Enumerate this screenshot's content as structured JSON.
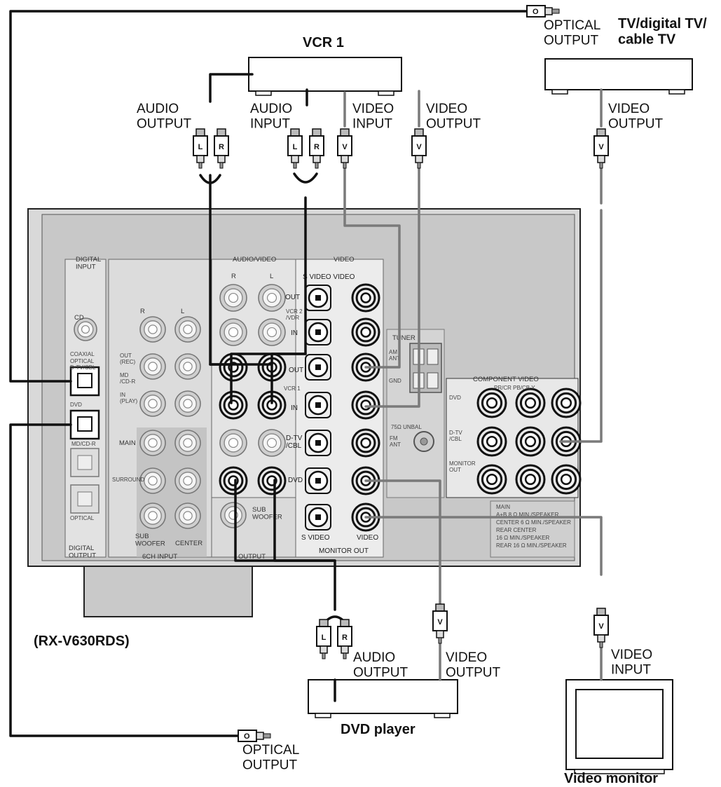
{
  "devices": {
    "vcr": "VCR 1",
    "tv": "TV/digital TV/\ncable TV",
    "dvd": "DVD player",
    "monitor": "Video monitor",
    "receiver": "(RX-V630RDS)"
  },
  "labels": {
    "vcr_audio_output": "AUDIO\nOUTPUT",
    "vcr_audio_input": "AUDIO\nINPUT",
    "vcr_video_input": "VIDEO\nINPUT",
    "vcr_video_output": "VIDEO\nOUTPUT",
    "tv_optical_output": "OPTICAL\nOUTPUT",
    "tv_video_output": "VIDEO\nOUTPUT",
    "dvd_audio_output": "AUDIO\nOUTPUT",
    "dvd_video_output": "VIDEO\nOUTPUT",
    "dvd_optical_output": "OPTICAL\nOUTPUT",
    "monitor_video_input": "VIDEO\nINPUT"
  },
  "plug_letters": {
    "left": "L",
    "right": "R",
    "video": "V",
    "optical": "O"
  },
  "panel": {
    "digital_input": "DIGITAL\nINPUT",
    "digital_output": "DIGITAL\nOUTPUT",
    "cd": "CD",
    "coaxial": "COAXIAL",
    "optical_dtv_cbl": "OPTICAL\nD-TV/CBL",
    "dvd": "DVD",
    "md_cd_r": "MD/CD-R",
    "optical": "OPTICAL",
    "md_out_rec": "OUT\n(REC)",
    "md_label": "MD\n/CD-R",
    "md_in_play": "IN\n(PLAY)",
    "main": "MAIN",
    "surround": "SURROUND",
    "sub_woofer": "SUB\nWOOFER",
    "center": "CENTER",
    "six_ch_input": "6CH INPUT",
    "output": "OUTPUT",
    "audio_video": "AUDIO/VIDEO",
    "video": "VIDEO",
    "s_video_video": "S VIDEO VIDEO",
    "out": "OUT",
    "vcr2_vdr": "VCR 2\n/VDR",
    "in": "IN",
    "vcr1": "VCR 1",
    "d_tv_cbl": "D-TV\n/CBL",
    "dvd_row": "DVD",
    "s_video": "S VIDEO",
    "monitor_out": "MONITOR OUT",
    "tuner": "TUNER",
    "am_ant": "AM\nANT",
    "gnd": "GND",
    "unbal": "75Ω UNBAL",
    "fm_ant": "FM\nANT",
    "component_video": "COMPONENT VIDEO",
    "pr_pb_y": "PR/CR  PB/CB  Y",
    "comp_dvd": "DVD",
    "comp_dtv": "D-TV\n/CBL",
    "comp_monitor": "MONITOR\nOUT",
    "spk_lines": [
      "MAIN",
      "A+B 8 Ω MIN./SPEAKER",
      "CENTER 6 Ω MIN./SPEAKER",
      "REAR CENTER",
      "16 Ω MIN./SPEAKER",
      "REAR 16 Ω MIN./SPEAKER"
    ],
    "ch_r": "R",
    "ch_l": "L"
  }
}
